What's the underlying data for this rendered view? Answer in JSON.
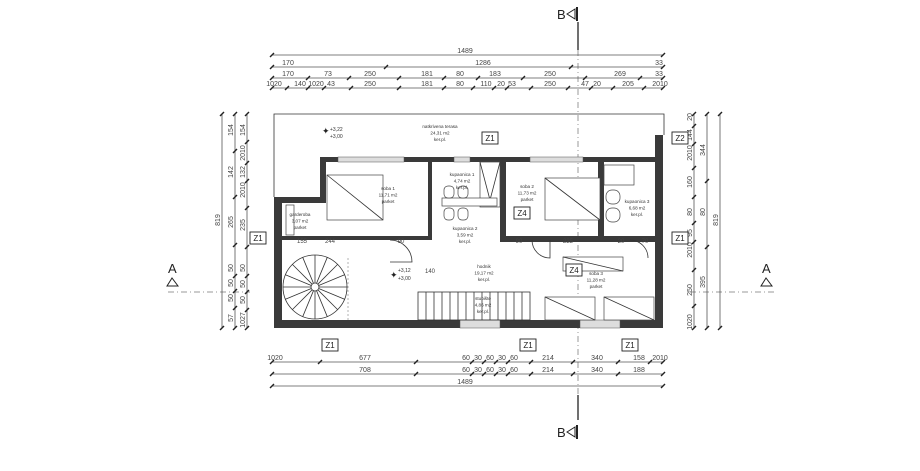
{
  "section_markers": {
    "top": "B",
    "bottom": "B",
    "left": "A",
    "right": "A"
  },
  "dimensions": {
    "top": [
      [
        "1489"
      ],
      [
        "170",
        "1286",
        "33"
      ],
      [
        "170",
        "73",
        "250",
        "181",
        "80",
        "183",
        "250",
        "269",
        "33"
      ],
      [
        "1020",
        "140",
        "1020",
        "43",
        "250",
        "181",
        "80",
        "110",
        "20",
        "53",
        "250",
        "47",
        "20",
        "205",
        "2010"
      ]
    ],
    "bottom": [
      [
        "1020",
        "677",
        "60",
        "30",
        "60",
        "30",
        "60",
        "214",
        "340",
        "158",
        "2010"
      ],
      [
        "708",
        "60",
        "30",
        "60",
        "30",
        "60",
        "214",
        "340",
        "188"
      ],
      [
        "1489"
      ]
    ],
    "left": [
      [
        "819"
      ],
      [
        "154",
        "142",
        "265",
        "50",
        "50",
        "50",
        "57"
      ],
      [
        "154",
        "2010",
        "132",
        "2010",
        "235",
        "50",
        "50",
        "50",
        "1027"
      ]
    ],
    "right": [
      [
        "20",
        "144",
        "2010",
        "160",
        "80",
        "95",
        "2010",
        "250",
        "1020"
      ],
      [
        "344",
        "80",
        "395"
      ],
      [
        "819"
      ]
    ]
  },
  "rooms": [
    {
      "name": "natkrivena terasa",
      "area": "24,31 m2",
      "floor": "ker.pl."
    },
    {
      "name": "soba 1",
      "area": "11,71 m2",
      "floor": "parket"
    },
    {
      "name": "kupaonica 1",
      "area": "4,74 m2",
      "floor": "ker.pl."
    },
    {
      "name": "soba 2",
      "area": "11,73 m2",
      "floor": "parket"
    },
    {
      "name": "kupaonica 3",
      "area": "6,68 m2",
      "floor": "ker.pl."
    },
    {
      "name": "garderoba",
      "area": "3,07 m2",
      "floor": "parket"
    },
    {
      "name": "kupaonica 2",
      "area": "3,59 m2",
      "floor": "ker.pl."
    },
    {
      "name": "hodnik",
      "area": "19,17 m2",
      "floor": "ker.pl."
    },
    {
      "name": "soba 3",
      "area": "11,28 m2",
      "floor": "parket"
    },
    {
      "name": "stubište",
      "area": "4,86 m2",
      "floor": "ker.pl."
    }
  ],
  "levels": [
    {
      "top": "+3,22",
      "bottom": "+3,00"
    },
    {
      "top": "+3,12",
      "bottom": "+3,00"
    }
  ],
  "tags": [
    "Z1",
    "Z2",
    "Z1",
    "Z1",
    "Z4",
    "Z4",
    "Z1",
    "Z1",
    "Z1"
  ],
  "inner_dims": [
    "244",
    "90",
    "90",
    "225",
    "20",
    "140",
    "155",
    "70"
  ]
}
